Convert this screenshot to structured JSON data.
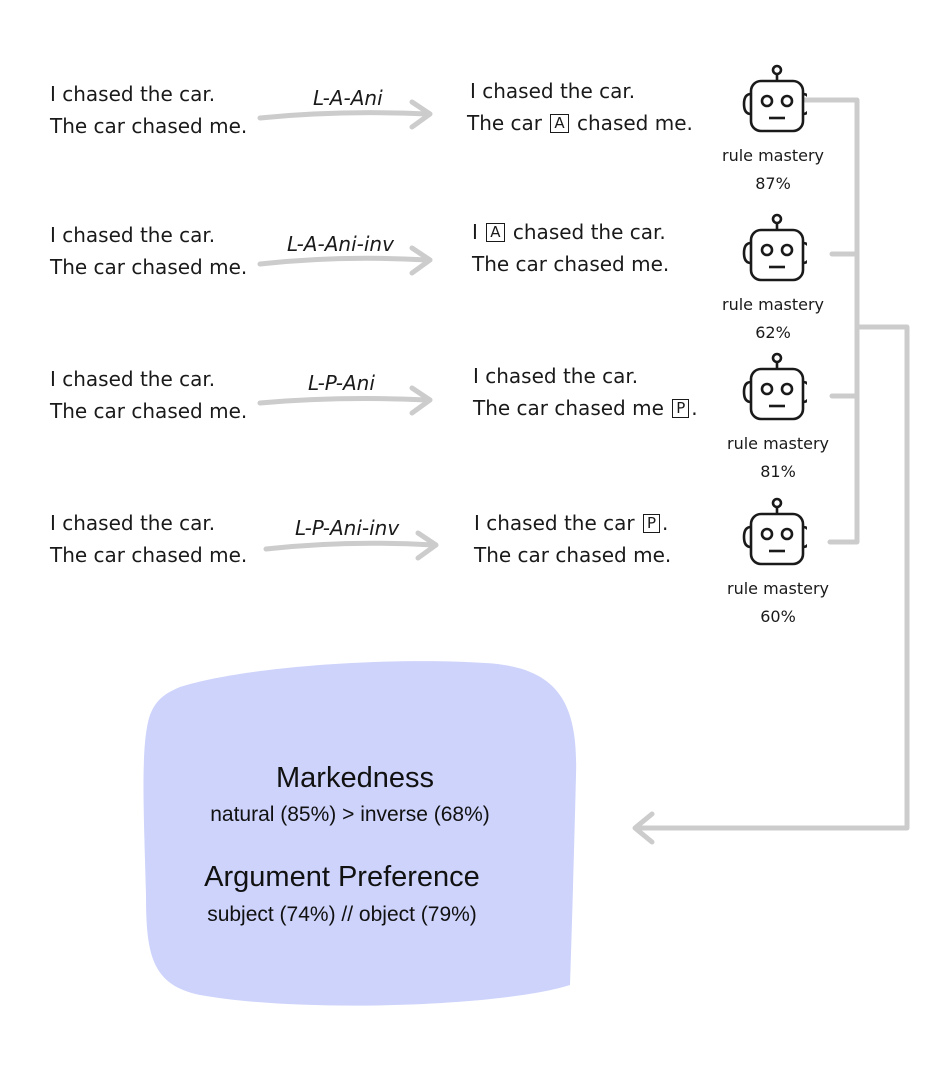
{
  "rows": [
    {
      "source": [
        "I chased the car.",
        "The car chased me."
      ],
      "rule": "L-A-Ani",
      "output": [
        {
          "before": "I chased the car.",
          "marker": "",
          "after": ""
        },
        {
          "before": "The car",
          "marker": "A",
          "after": "chased me."
        }
      ],
      "mastery_label": "rule mastery",
      "mastery_value": "87%"
    },
    {
      "source": [
        "I chased the car.",
        "The car chased me."
      ],
      "rule": "L-A-Ani-inv",
      "output": [
        {
          "before": "I",
          "marker": "A",
          "after": "chased the car."
        },
        {
          "before": "The car chased me.",
          "marker": "",
          "after": ""
        }
      ],
      "mastery_label": "rule mastery",
      "mastery_value": "62%"
    },
    {
      "source": [
        "I chased the car.",
        "The car chased me."
      ],
      "rule": "L-P-Ani",
      "output": [
        {
          "before": "I chased the car.",
          "marker": "",
          "after": ""
        },
        {
          "before": "The car chased me",
          "marker": "P",
          "after": "."
        }
      ],
      "mastery_label": "rule mastery",
      "mastery_value": "81%"
    },
    {
      "source": [
        "I chased the car.",
        "The car chased me."
      ],
      "rule": "L-P-Ani-inv",
      "output": [
        {
          "before": "I chased the car",
          "marker": "P",
          "after": "."
        },
        {
          "before": "The car chased me.",
          "marker": "",
          "after": ""
        }
      ],
      "mastery_label": "rule mastery",
      "mastery_value": "60%"
    }
  ],
  "summary": {
    "markedness_title": "Markedness",
    "markedness_detail": "natural (85%) > inverse (68%)",
    "argument_title": "Argument Preference",
    "argument_detail": "subject (74%) // object (79%)"
  },
  "colors": {
    "arrow": "#cccccc",
    "connector": "#cccccc",
    "summary_fill": "#cdd3fb",
    "text": "#1a1a1a"
  },
  "icons": {
    "robot": "robot-icon",
    "arrow": "arrow-right-icon"
  }
}
